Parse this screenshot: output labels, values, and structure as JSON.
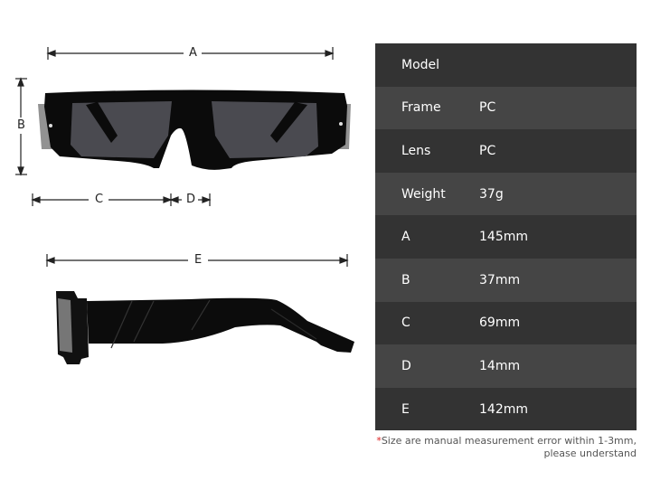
{
  "diagram": {
    "front_view": {
      "labels": {
        "A": "A",
        "B": "B",
        "C": "C",
        "D": "D"
      }
    },
    "side_view": {
      "labels": {
        "E": "E"
      }
    }
  },
  "spec_table": {
    "rows": [
      {
        "key": "Model",
        "value": ""
      },
      {
        "key": "Frame",
        "value": "PC"
      },
      {
        "key": "Lens",
        "value": "PC"
      },
      {
        "key": "Weight",
        "value": "37g"
      },
      {
        "key": "A",
        "value": "145mm"
      },
      {
        "key": "B",
        "value": "37mm"
      },
      {
        "key": "C",
        "value": "69mm"
      },
      {
        "key": "D",
        "value": "14mm"
      },
      {
        "key": "E",
        "value": "142mm"
      }
    ],
    "colors": {
      "dark_row": "#333333",
      "light_row": "#454545",
      "text": "#ffffff"
    }
  },
  "note": {
    "star": "*",
    "line1": "Size are manual measurement error within 1-3mm,",
    "line2": "please understand"
  }
}
